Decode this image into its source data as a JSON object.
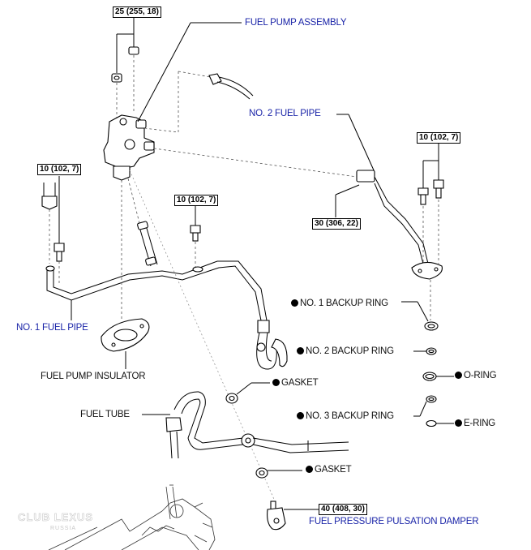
{
  "diagram": {
    "type": "exploded-parts-diagram",
    "labels": {
      "fuel_pump_assembly": "FUEL PUMP ASSEMBLY",
      "no2_fuel_pipe": "NO. 2 FUEL PIPE",
      "no1_fuel_pipe": "NO. 1 FUEL PIPE",
      "fuel_pump_insulator": "FUEL PUMP INSULATOR",
      "fuel_tube": "FUEL TUBE",
      "gasket_upper": "GASKET",
      "gasket_lower": "GASKET",
      "no1_backup_ring": "NO. 1 BACKUP RING",
      "no2_backup_ring": "NO. 2 BACKUP RING",
      "o_ring": "O-RING",
      "no3_backup_ring": "NO. 3 BACKUP RING",
      "e_ring": "E-RING",
      "fuel_pressure_pulsation_damper": "FUEL PRESSURE PULSATION DAMPER"
    },
    "torque_specs": {
      "pump_nut": "25 (255, 18)",
      "no1_pipe_left": "10 (102, 7)",
      "no1_pipe_center": "10 (102, 7)",
      "no2_pipe_bolts": "10 (102, 7)",
      "no2_pipe_union": "30 (306, 22)",
      "damper": "40 (408, 30)"
    },
    "legend": {
      "non_reusable_marker": "●"
    },
    "watermark": {
      "title": "CLUB LEXUS",
      "subtitle": "RUSSIA"
    },
    "colors": {
      "part_label_blue": "#1a24a8",
      "text_black": "#111111",
      "line": "#000000"
    }
  }
}
